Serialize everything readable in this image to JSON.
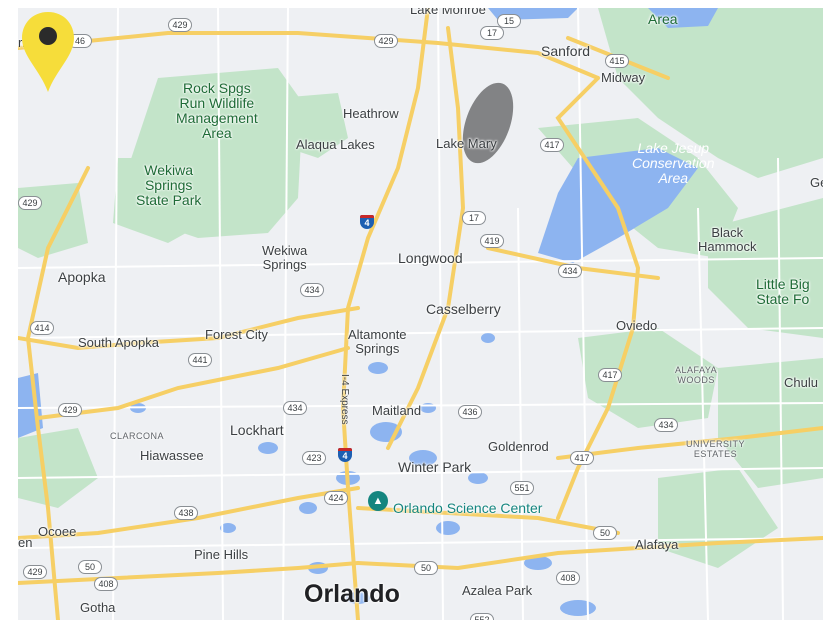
{
  "map": {
    "colors": {
      "land": "#eef0f3",
      "park": "#c3e4c9",
      "water": "#8db4f0",
      "highway": "#f6cf65",
      "road": "#ffffff",
      "pin": "#f6dd3a",
      "poi": "#14857f"
    },
    "places": {
      "lake_monroe": "Lake Monroe",
      "area_top": "Area",
      "trento": "rrento",
      "sanford": "Sanford",
      "midway": "Midway",
      "heathrow": "Heathrow",
      "alaqua_lakes": "Alaqua Lakes",
      "lake_mary": "Lake Mary",
      "ge": "Ge",
      "black_hammock": "Black\nHammock",
      "wekiwa_springs": "Wekiwa\nSprings",
      "longwood": "Longwood",
      "apopka": "Apopka",
      "casselberry": "Casselberry",
      "oviedo": "Oviedo",
      "forest_city": "Forest City",
      "south_apopka": "South Apopka",
      "altamonte_springs": "Altamonte\nSprings",
      "alafaya_woods": "ALAFAYA\nWOODS",
      "chulu": "Chulu",
      "maitland": "Maitland",
      "lockhart": "Lockhart",
      "clarcona": "CLARCONA",
      "hiawassee": "Hiawassee",
      "goldenrod": "Goldenrod",
      "university_estates": "UNIVERSITY\nESTATES",
      "winter_park": "Winter Park",
      "ocoee": "Ocoee",
      "en": "en",
      "pine_hills": "Pine Hills",
      "alafaya": "Alafaya",
      "orlando": "Orlando",
      "azalea_park": "Azalea Park",
      "gotha": "Gotha"
    },
    "parks": {
      "rock_springs": "Rock Spgs\nRun Wildlife\nManagement\nArea",
      "wekiwa_state_park": "Wekiwa\nSprings\nState Park",
      "little_big": "Little Big\nState Fo"
    },
    "water_labels": {
      "lake_jesup": "Lake Jesup\nConservation\nArea"
    },
    "poi": {
      "name": "Orlando Science Center",
      "icon": "museum-icon"
    },
    "route_shields": {
      "s429a": "429",
      "s46": "46",
      "s429b": "429",
      "s17a": "17",
      "s15": "15",
      "s415": "415",
      "s417a": "417",
      "s429c": "429",
      "s17b": "17",
      "s419": "419",
      "s434a": "434",
      "s434b": "434",
      "s414": "414",
      "s441": "441",
      "s417b": "417",
      "s429d": "429",
      "s434c": "434",
      "s436": "436",
      "s434d": "434",
      "s423": "423",
      "s417c": "417",
      "s424": "424",
      "s551": "551",
      "s438": "438",
      "s50a": "50",
      "s429e": "429",
      "s50b": "50",
      "s408a": "408",
      "s50c": "50",
      "s408b": "408",
      "s552": "552"
    },
    "interstate_shields": {
      "i4a": "4",
      "i4b": "4"
    },
    "express_label": "I-4 Express",
    "marker": {
      "icon": "location-pin-icon"
    }
  }
}
